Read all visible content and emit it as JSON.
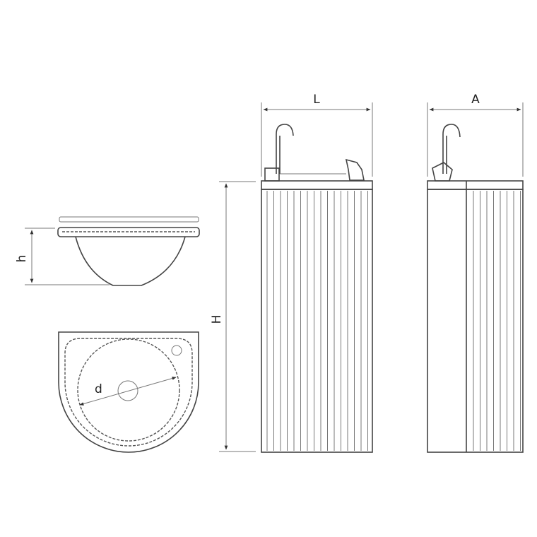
{
  "labels": {
    "basin_height": "h",
    "basin_diameter": "d",
    "cabinet_height": "H",
    "cabinet_length": "L",
    "cabinet_depth": "A"
  },
  "colors": {
    "line": "#444444",
    "background": "#ffffff"
  }
}
